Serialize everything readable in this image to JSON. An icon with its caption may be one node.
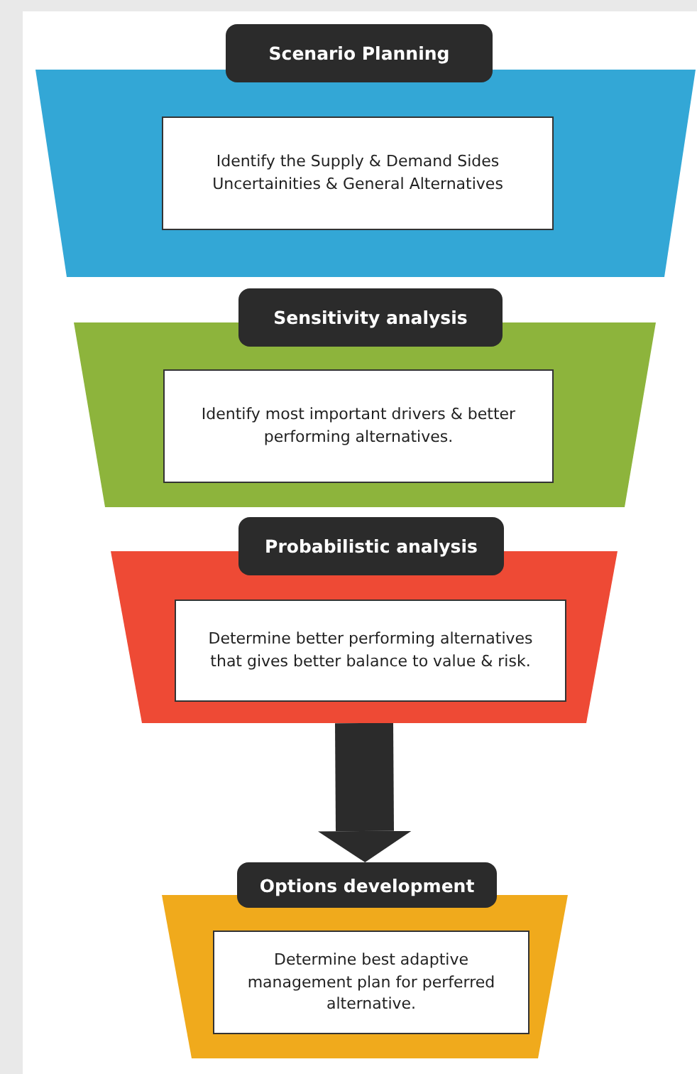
{
  "diagram": {
    "nodes": [
      {
        "text": [
          "Scenario Planning"
        ]
      },
      {
        "text": [
          "Identify the Supply & Demand Sides Uncertainities & General Alternatives"
        ],
        "in": 0
      },
      {
        "text": [
          "Sensitivity analysis"
        ]
      },
      {
        "text": [
          "Identify most important drivers & better performing alternatives."
        ],
        "in": 2
      },
      {
        "text": [
          "Probabilistic analysis"
        ]
      },
      {
        "text": [
          "Determine better performing alternatives that gives better balance to value & risk."
        ],
        "in": 4
      },
      {
        "text": [
          "Options development"
        ]
      },
      {
        "text": [
          "Determine best adaptive management plan for perferred alternative."
        ],
        "in": 6
      }
    ],
    "edges": [
      {
        "from": 4,
        "to": 6,
        "arrow": "to"
      }
    ]
  }
}
